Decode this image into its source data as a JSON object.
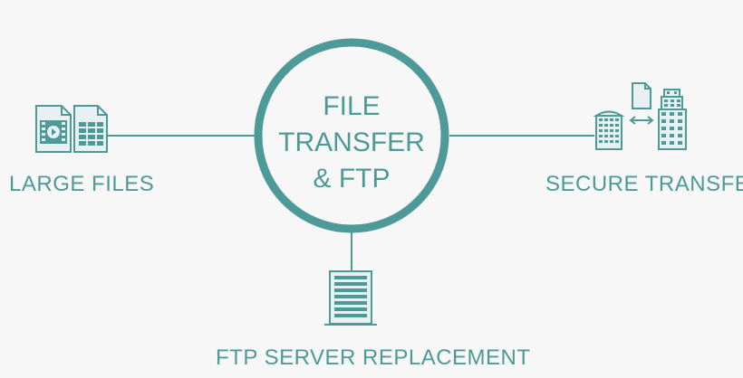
{
  "colors": {
    "accent": "#4e9a98",
    "background": "#f7f7f7",
    "icon_fill": "#e8f1f1"
  },
  "center": {
    "line1": "FILE",
    "line2": "TRANSFER",
    "line3": "& FTP"
  },
  "nodes": {
    "left": {
      "label": "LARGE FILES",
      "icon": "document-files-icon"
    },
    "right": {
      "label": "SECURE TRANSFER",
      "icon": "buildings-transfer-icon"
    },
    "bottom": {
      "label": "FTP SERVER REPLACEMENT",
      "icon": "server-icon"
    }
  }
}
